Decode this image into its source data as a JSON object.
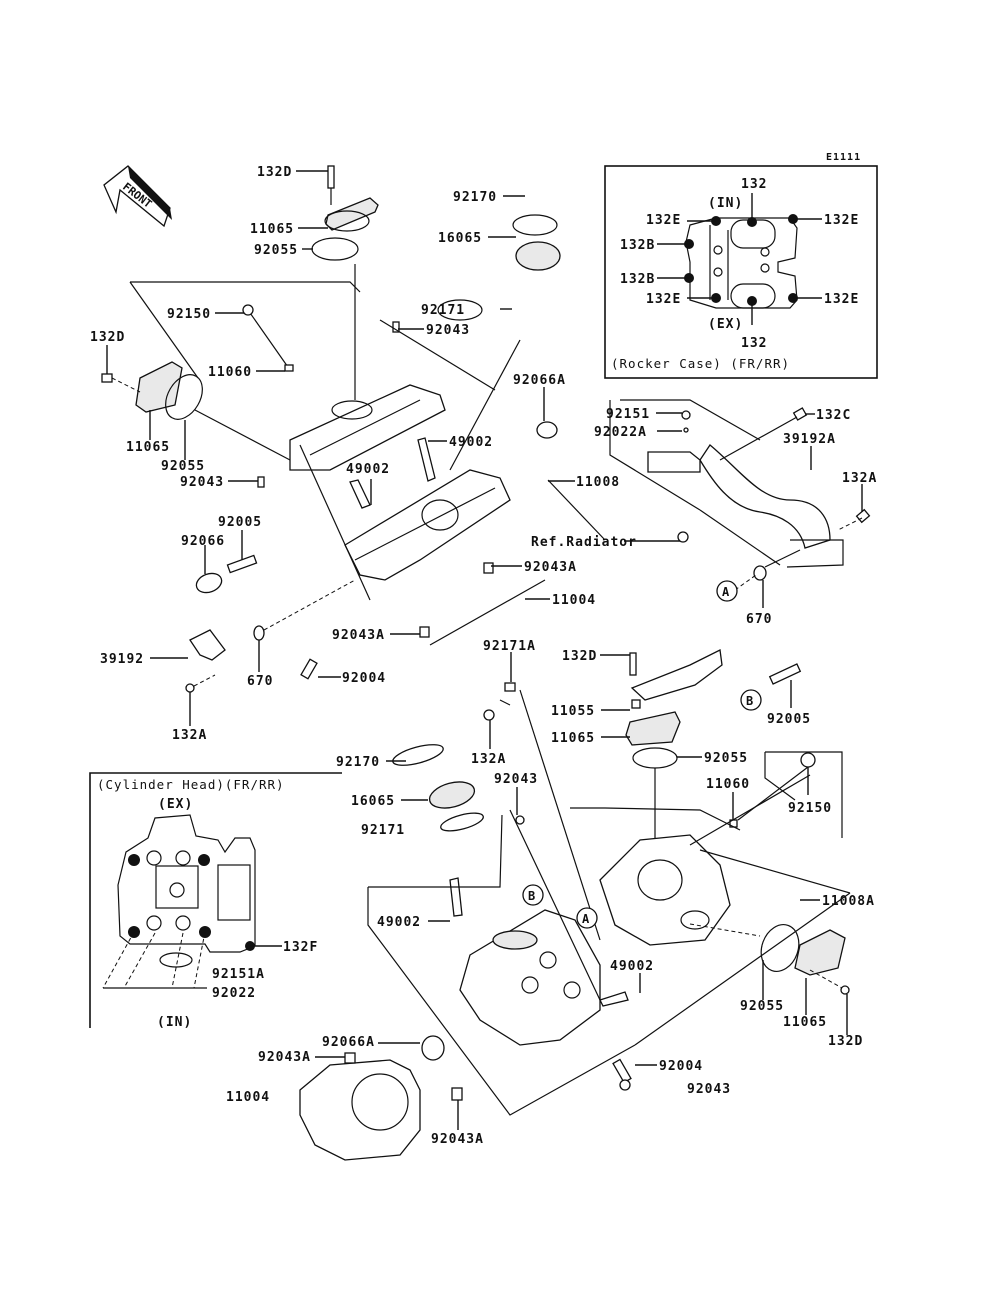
{
  "diagram": {
    "code": "E1111",
    "front_arrow": "FRONT",
    "reference": "Ref.Radiator",
    "inset_rocker_case": {
      "title": "(Rocker Case) (FR/RR)",
      "side_in": "(IN)",
      "side_ex": "(EX)",
      "labels": [
        "132",
        "132E",
        "132E",
        "132B",
        "132B",
        "132E",
        "132E",
        "132"
      ]
    },
    "inset_cylinder_head": {
      "title": "(Cylinder Head)(FR/RR)",
      "side_ex": "(EX)",
      "side_in": "(IN)",
      "labels": [
        "132F",
        "92151A",
        "92022"
      ]
    },
    "callouts": {
      "A": "A",
      "B": "B"
    },
    "part_labels": [
      {
        "id": "p1",
        "text": "132D"
      },
      {
        "id": "p2",
        "text": "11065"
      },
      {
        "id": "p3",
        "text": "92055"
      },
      {
        "id": "p4",
        "text": "92170"
      },
      {
        "id": "p5",
        "text": "16065"
      },
      {
        "id": "p6",
        "text": "92171"
      },
      {
        "id": "p7",
        "text": "92043"
      },
      {
        "id": "p8",
        "text": "92150"
      },
      {
        "id": "p9",
        "text": "132D"
      },
      {
        "id": "p10",
        "text": "11060"
      },
      {
        "id": "p11",
        "text": "11065"
      },
      {
        "id": "p12",
        "text": "92055"
      },
      {
        "id": "p13",
        "text": "92043"
      },
      {
        "id": "p14",
        "text": "49002"
      },
      {
        "id": "p15",
        "text": "49002"
      },
      {
        "id": "p16",
        "text": "92066A"
      },
      {
        "id": "p17",
        "text": "11008"
      },
      {
        "id": "p18",
        "text": "92005"
      },
      {
        "id": "p19",
        "text": "92066"
      },
      {
        "id": "p20",
        "text": "92043A"
      },
      {
        "id": "p21",
        "text": "11004"
      },
      {
        "id": "p22",
        "text": "92043A"
      },
      {
        "id": "p23",
        "text": "39192"
      },
      {
        "id": "p24",
        "text": "670"
      },
      {
        "id": "p25",
        "text": "92004"
      },
      {
        "id": "p26",
        "text": "132A"
      },
      {
        "id": "p27",
        "text": "92151"
      },
      {
        "id": "p28",
        "text": "92022A"
      },
      {
        "id": "p29",
        "text": "132C"
      },
      {
        "id": "p30",
        "text": "39192A"
      },
      {
        "id": "p31",
        "text": "132A"
      },
      {
        "id": "p32",
        "text": "670"
      },
      {
        "id": "p33",
        "text": "92171A"
      },
      {
        "id": "p34",
        "text": "132D"
      },
      {
        "id": "p35",
        "text": "11055"
      },
      {
        "id": "p36",
        "text": "11065"
      },
      {
        "id": "p37",
        "text": "132A"
      },
      {
        "id": "p38",
        "text": "92005"
      },
      {
        "id": "p39",
        "text": "92170"
      },
      {
        "id": "p40",
        "text": "92055"
      },
      {
        "id": "p41",
        "text": "11060"
      },
      {
        "id": "p42",
        "text": "16065"
      },
      {
        "id": "p43",
        "text": "92043"
      },
      {
        "id": "p44",
        "text": "92150"
      },
      {
        "id": "p45",
        "text": "92171"
      },
      {
        "id": "p46",
        "text": "11008A"
      },
      {
        "id": "p47",
        "text": "49002"
      },
      {
        "id": "p48",
        "text": "49002"
      },
      {
        "id": "p49",
        "text": "92055"
      },
      {
        "id": "p50",
        "text": "11065"
      },
      {
        "id": "p51",
        "text": "132D"
      },
      {
        "id": "p52",
        "text": "92066A"
      },
      {
        "id": "p53",
        "text": "92043A"
      },
      {
        "id": "p54",
        "text": "92004"
      },
      {
        "id": "p55",
        "text": "11004"
      },
      {
        "id": "p56",
        "text": "92043"
      },
      {
        "id": "p57",
        "text": "92043A"
      }
    ]
  }
}
